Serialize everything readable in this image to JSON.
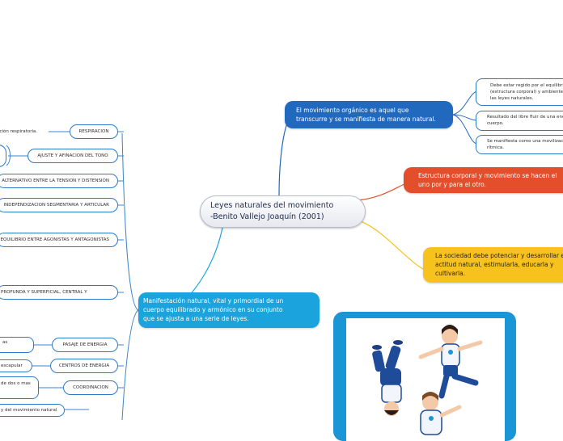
{
  "central": {
    "line1": "Leyes naturales del movimiento",
    "line2": "-Benito Vallejo Joaquín (2001)"
  },
  "topics": {
    "organic": {
      "line1": "El movimiento orgánico es aquel que",
      "line2": "transcurre y se manifiesta de manera natural."
    },
    "structure": {
      "line1": "Estructura corporal y movimiento se hacen el",
      "line2": "uno por y para el otro."
    },
    "society": {
      "line1": "La sociedad debe potenciar y desarrollar esa",
      "line2": "actitud natural, estimularla, educarla y",
      "line3": "cultivarla."
    },
    "manifest": {
      "line1": "Manifestación natural, vital y primordial de un",
      "line2": "cuerpo equilibrado y armónico en su conjunto",
      "line3": "que se ajusta a una serie de leyes."
    }
  },
  "organic_subs": [
    {
      "line1": "Debe estar regido por el equilibrio",
      "line2": "(estructura corporal) y ambiente con",
      "line3": "las leyes naturales."
    },
    {
      "line1": "Resultado del libre fluir de una energía del",
      "line2": "cuerpo."
    },
    {
      "line1": "Se manifiesta como una movilización",
      "line2": "rítmica."
    }
  ],
  "laws": {
    "respiracion": "RESPIRACION",
    "tono": "AJUSTE Y AFINACION DEL TONO",
    "alternativo": "ALTERNATIVO ENTRE LA TENSION Y DISTENSION",
    "independizacion": "INDEPENDIZACION SEGMENTARIA Y ARTICULAR",
    "equilibrio": "EQUILIBRIO ENTRE AGONISTAS Y ANTAGONISTAS",
    "profunda": "PROFUNDA Y SUPERFICIAL, CENTRAL Y",
    "pasaje": "PASAJE DE ENERGIA",
    "centros": "CENTROS DE ENERGIA",
    "coordinacion": "COORDINACION"
  },
  "leaves": {
    "respiratoria": "nción respiratoria.",
    "as": "as",
    "escapular": "escapular",
    "dos_mas": "de dos o mas",
    "natural": "y del movimiento natural"
  },
  "colors": {
    "blue": "#2168bf",
    "red": "#e34f2b",
    "yellow": "#f7c21e",
    "cyan": "#1ba3dd",
    "connector_left": "#3a86cf",
    "frame": "#1a96d6"
  }
}
